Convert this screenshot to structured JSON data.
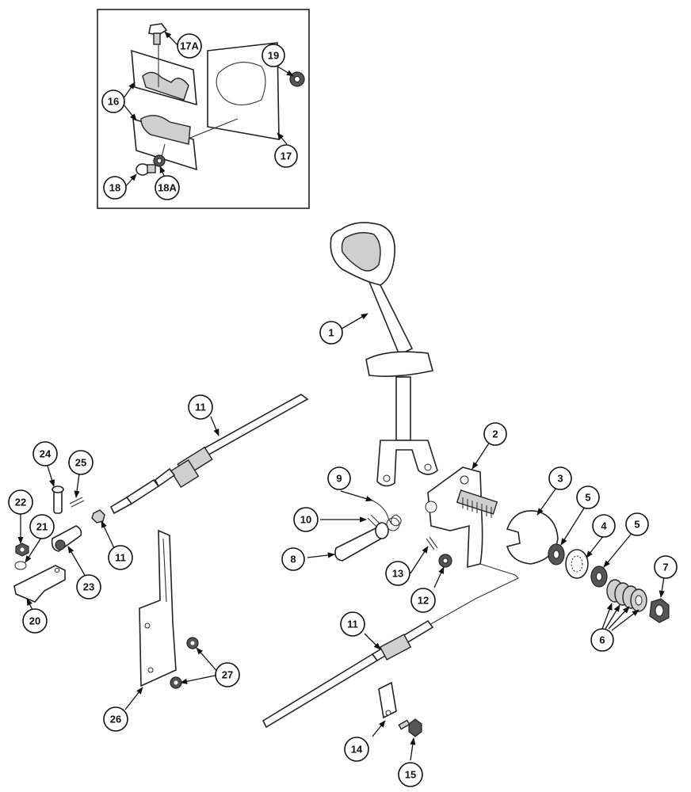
{
  "callouts": {
    "c1": "1",
    "c2": "2",
    "c3": "3",
    "c4": "4",
    "c5a": "5",
    "c5b": "5",
    "c6": "6",
    "c7": "7",
    "c8": "8",
    "c9": "9",
    "c10": "10",
    "c11a": "11",
    "c11b": "11",
    "c11c": "11",
    "c12": "12",
    "c13": "13",
    "c14": "14",
    "c15": "15",
    "c16": "16",
    "c17": "17",
    "c17a": "17A",
    "c18": "18",
    "c18a": "18A",
    "c19": "19",
    "c20": "20",
    "c21": "21",
    "c22": "22",
    "c23": "23",
    "c24": "24",
    "c25": "25",
    "c26": "26",
    "c27": "27"
  }
}
